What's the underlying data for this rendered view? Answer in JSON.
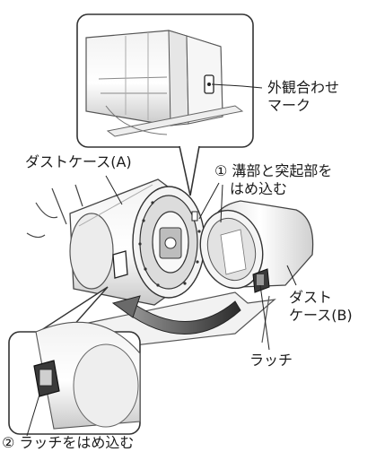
{
  "labels": {
    "mark": [
      "外観合わせ",
      "マーク"
    ],
    "case_a": "ダストケース(A)",
    "step1": [
      "① 溝部と突起部を",
      "はめ込む"
    ],
    "case_b": [
      "ダスト",
      "ケース(B)"
    ],
    "latch": "ラッチ",
    "step2": "② ラッチをはめ込む"
  }
}
